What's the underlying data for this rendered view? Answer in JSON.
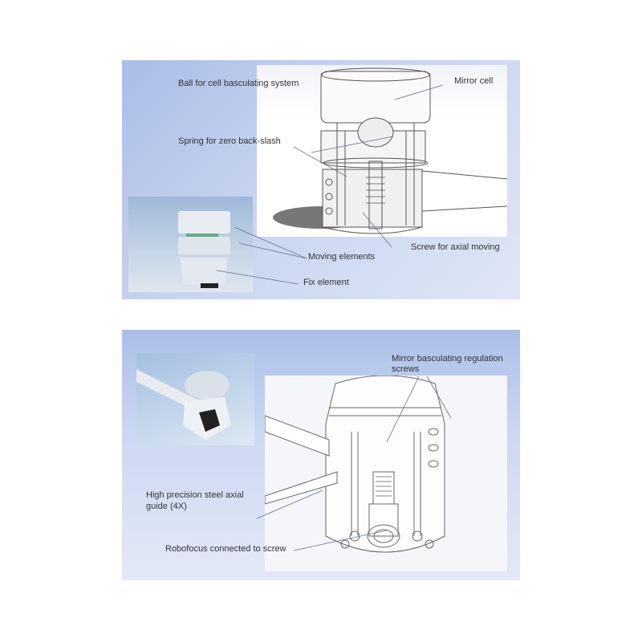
{
  "panel1": {
    "labels": {
      "ball": "Ball for cell basculating system",
      "mirror_cell": "Mirror cell",
      "spring": "Spring for zero back-slash",
      "screw": "Screw for axial moving",
      "moving": "Moving elements",
      "fix": "Fix element"
    }
  },
  "panel2": {
    "labels": {
      "mirror_screws_1": "Mirror basculating regulation",
      "mirror_screws_2": "screws",
      "guide_1": "High precision steel axial",
      "guide_2": "guide (4X)",
      "robofocus": "Robofocus connected to screw"
    }
  }
}
